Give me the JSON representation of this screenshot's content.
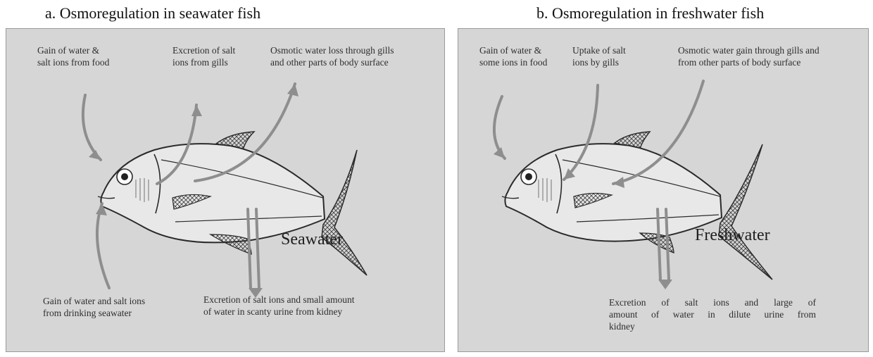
{
  "panel_a": {
    "title": "a. Osmoregulation in seawater fish",
    "water_label": "Seawater",
    "food_label": [
      "Gain of water &",
      "salt ions from food"
    ],
    "gill_label": [
      "Excretion of salt",
      "ions from gills"
    ],
    "surface_label": [
      "Osmotic water loss through gills",
      "and other parts of body surface"
    ],
    "drink_label": [
      "Gain of water and salt ions",
      "from drinking seawater"
    ],
    "kidney_label": [
      "Excretion of salt ions and small amount",
      "of water in scanty urine from kidney"
    ]
  },
  "panel_b": {
    "title": "b. Osmoregulation in freshwater fish",
    "water_label": "Freshwater",
    "food_label": [
      "Gain of water &",
      "some ions in food"
    ],
    "gill_label": [
      "Uptake of salt",
      "ions by gills"
    ],
    "surface_label": [
      "Osmotic water gain through gills and",
      "from other parts of body surface"
    ],
    "kidney_label": [
      "Excretion of salt ions and large of",
      "amount of water in dilute urine from",
      "kidney"
    ]
  },
  "colors": {
    "panel_bg": "#d6d6d6",
    "arrow": "#8e8e8e",
    "fish_outline": "#2a2a2a"
  }
}
